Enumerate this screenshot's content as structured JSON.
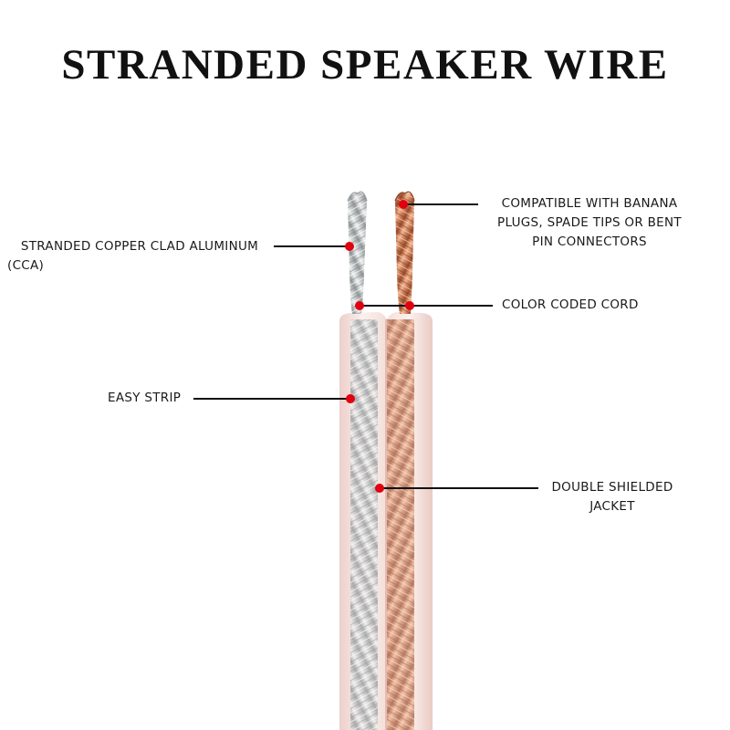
{
  "title": "STRANDED SPEAKER WIRE",
  "callouts": {
    "cca": {
      "lines": [
        "STRANDED COPPER CLAD ALUMINUM",
        "(CCA)"
      ]
    },
    "compatible": {
      "lines": [
        "COMPATIBLE WITH BANANA",
        "PLUGS, SPADE TIPS OR BENT",
        "PIN CONNECTORS"
      ]
    },
    "color_coded": {
      "lines": [
        "COLOR CODED CORD"
      ]
    },
    "easy_strip": {
      "lines": [
        "EASY STRIP"
      ]
    },
    "double_shielded": {
      "lines": [
        "DOUBLE SHIELDED",
        "JACKET"
      ]
    }
  },
  "colors": {
    "marker": "#e10010",
    "leader_line": "#111111",
    "copper": "#c77a52",
    "silver": "#cfd3d4",
    "jacket": "#f3dcd7"
  }
}
